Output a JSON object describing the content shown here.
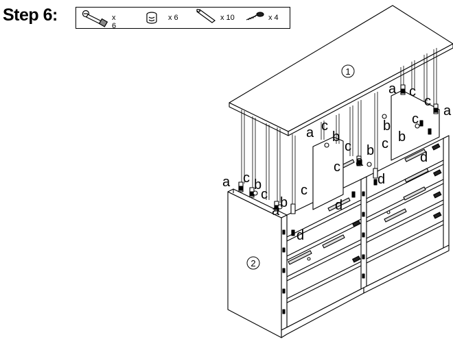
{
  "step": {
    "title": "Step 6:"
  },
  "parts": [
    {
      "icon": "cam-bolt-icon",
      "qty": "x 6"
    },
    {
      "icon": "cam-lock-icon",
      "qty": "x 6"
    },
    {
      "icon": "wood-dowel-icon",
      "qty": "x 10"
    },
    {
      "icon": "screw-icon",
      "qty": "x 4"
    }
  ],
  "callouts": {
    "top_panel": "①",
    "cabinet": "②"
  },
  "part_letters": {
    "a": "a",
    "b": "b",
    "c": "c",
    "d": "d"
  },
  "colors": {
    "line": "#000000",
    "fill": "#ffffff",
    "shade": "#dcdcdc"
  }
}
